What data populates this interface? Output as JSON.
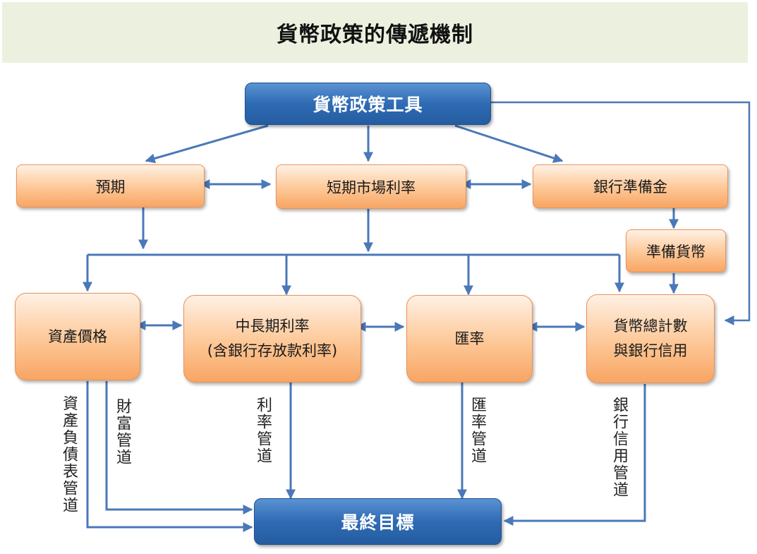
{
  "title": "貨幣政策的傳遞機制",
  "nodes": {
    "tools": "貨幣政策工具",
    "expectations": "預期",
    "short_rate": "短期市場利率",
    "bank_reserves": "銀行準備金",
    "reserve_money": "準備貨幣",
    "asset_prices": "資產價格",
    "long_rate_line1": "中長期利率",
    "long_rate_line2": "(含銀行存放款利率)",
    "exchange_rate": "匯率",
    "aggregates_line1": "貨幣總計數",
    "aggregates_line2": "與銀行信用",
    "final_goal": "最終目標"
  },
  "channels": {
    "balance_sheet": "資產負債表管道",
    "wealth": "財富管道",
    "interest_rate": "利率管道",
    "exchange_rate": "匯率管道",
    "bank_credit": "銀行信用管道"
  },
  "colors": {
    "arrow": "#4a78b8",
    "box_orange_border": "#e8935a",
    "box_blue": "#2f6bb4",
    "title_bg": "#ecf1df"
  }
}
